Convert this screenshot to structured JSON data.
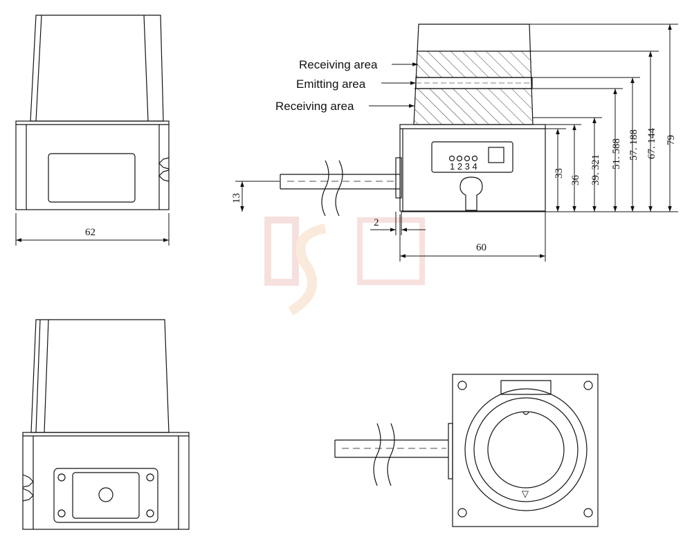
{
  "labels": {
    "receiving_top": "Receiving area",
    "emitting": "Emitting area",
    "receiving_bottom": "Receiving area"
  },
  "dimensions": {
    "width_62": "62",
    "width_60": "60",
    "offset_2": "2",
    "height_13": "13",
    "height_33": "33",
    "height_36": "36",
    "height_39_321": "39. 321",
    "height_51_588": "51. 588",
    "height_57_188": "57. 188",
    "height_67_144": "67. 144",
    "height_79": "79"
  },
  "indicator": {
    "numbers": "1 2 3 4"
  },
  "colors": {
    "line": "#111111",
    "watermark": "#e8a9a0"
  }
}
